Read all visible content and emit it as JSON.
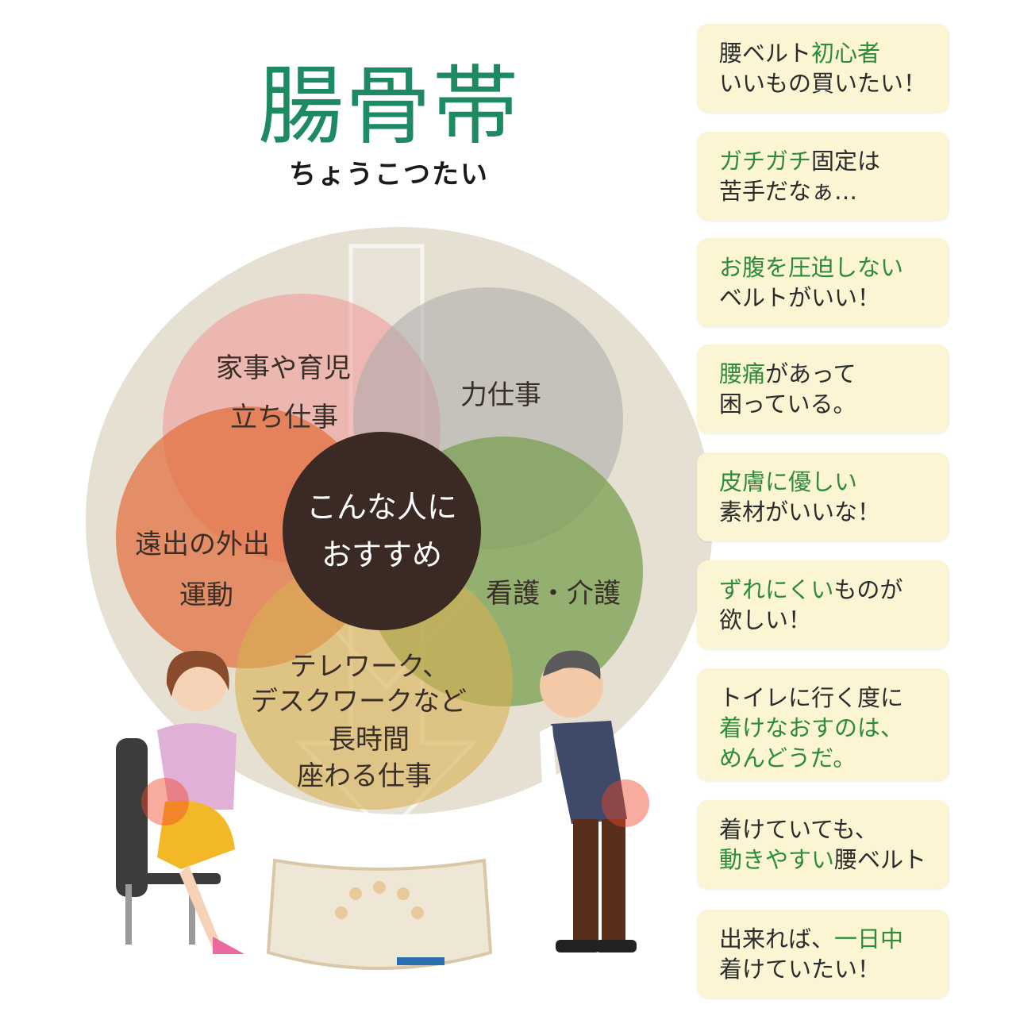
{
  "header": {
    "title": "腸骨帯",
    "reading": "ちょうこつたい"
  },
  "colors": {
    "title_green": "#1d8a62",
    "accent_green": "#2e8b3a",
    "card_bg": "#fbf5d4",
    "center_circle": "#3b2a24"
  },
  "diagram": {
    "center_line1": "こんな人に",
    "center_line2": "おすすめ",
    "pink_line1": "家事や育児",
    "pink_line2": "立ち仕事",
    "gray_line1": "力仕事",
    "orange_line1": "遠出の外出",
    "orange_line2": "運動",
    "green_line1": "看護・介護",
    "yellow_line1": "テレワーク、",
    "yellow_line2": "デスクワークなど",
    "yellow_line3": "長時間",
    "yellow_line4": "座わる仕事"
  },
  "cards": [
    {
      "l1a": "腰ベルト",
      "l1b": "初心者",
      "l1c": "",
      "l2a": "いいもの買いたい！",
      "l2b": ""
    },
    {
      "l1a": "",
      "l1b": "ガチガチ",
      "l1c": "固定は",
      "l2a": "苦手だなぁ…",
      "l2b": ""
    },
    {
      "l1a": "",
      "l1b": "お腹を圧迫しない",
      "l1c": "",
      "l2a": "ベルトがいい！",
      "l2b": ""
    },
    {
      "l1a": "",
      "l1b": "腰痛",
      "l1c": "があって",
      "l2a": "困っている。",
      "l2b": ""
    },
    {
      "l1a": "",
      "l1b": "皮膚に優しい",
      "l1c": "",
      "l2a": "素材がいいな！",
      "l2b": ""
    },
    {
      "l1a": "",
      "l1b": "ずれにくい",
      "l1c": "ものが",
      "l2a": "欲しい！",
      "l2b": ""
    }
  ],
  "card7": {
    "l1": "トイレに行く度に",
    "l2": "着けなおすのは、",
    "l3": "めんどうだ。"
  },
  "card8": {
    "l1": "着けていても、",
    "l2a": "動きやすい",
    "l2b": "腰ベルト"
  },
  "card9": {
    "l1a": "出来れば、",
    "l1b": "一日中",
    "l2": "着けていたい！"
  }
}
